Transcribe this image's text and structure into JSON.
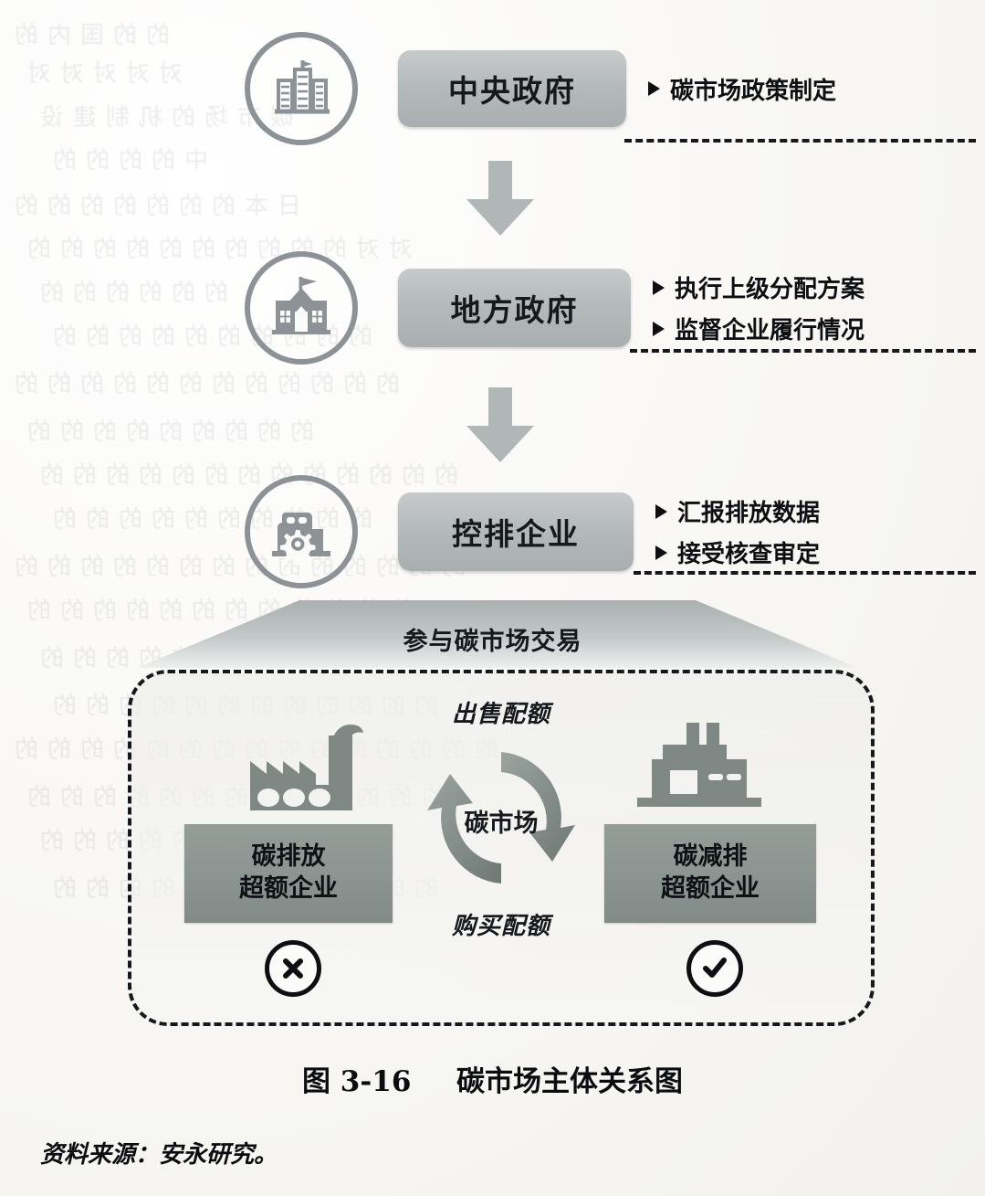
{
  "figure": {
    "caption_number": "图 3-16",
    "caption_title": "碳市场主体关系图",
    "source": "资料来源：安永研究。"
  },
  "tiers": [
    {
      "id": "central-government",
      "icon": "office-buildings-icon",
      "label": "中央政府",
      "duties": [
        "碳市场政策制定"
      ]
    },
    {
      "id": "local-government",
      "icon": "civic-building-icon",
      "label": "地方政府",
      "duties": [
        "执行上级分配方案",
        "监督企业履行情况"
      ]
    },
    {
      "id": "controlled-enterprise",
      "icon": "factory-gear-icon",
      "label": "控排企业",
      "duties": [
        "汇报排放数据",
        "接受核查审定"
      ]
    }
  ],
  "trapezoid": {
    "label": "参与碳市场交易"
  },
  "market": {
    "cycle": {
      "top_label": "出售配额",
      "center_label": "碳市场",
      "bottom_label": "购买配额"
    },
    "left_entity": {
      "icon": "smoking-factory-icon",
      "label_line1": "碳排放",
      "label_line2": "超额企业",
      "status_icon": "cross-circle-icon"
    },
    "right_entity": {
      "icon": "clean-factory-icon",
      "label_line1": "碳减排",
      "label_line2": "超额企业",
      "status_icon": "check-circle-icon"
    }
  },
  "colors": {
    "pill_gray": "#b4b9ba",
    "entity_box_gray": "#8b9490",
    "icon_gray": "#8d9296",
    "ink": "#15181c",
    "paper": "#fbfbf9"
  },
  "ghost_text": [
    "的的国内的",
    "对对对对对",
    "碳市场的机制建设",
    "中的的的的",
    "日本的的的的的的的",
    "对对的的的的的的的的的的",
    "的的的的的的",
    "的的的的的的的的的的",
    "的的的的的的的的的的的的",
    "的的的的的的的的的",
    "的的的的的的的的的的的的的",
    "的的的的的的的的的的",
    "的的的的的的的的的的的的的的",
    "的的的的的的的的的的的的",
    "的的的的的的的的的的的的的的的",
    "的的的的的的的的的的的的",
    "的的的的的的的的的的的的的的的",
    "的的的的的的的的的的的的的",
    "的的的的的的的的的",
    "的的的的的的的的的的的的"
  ]
}
